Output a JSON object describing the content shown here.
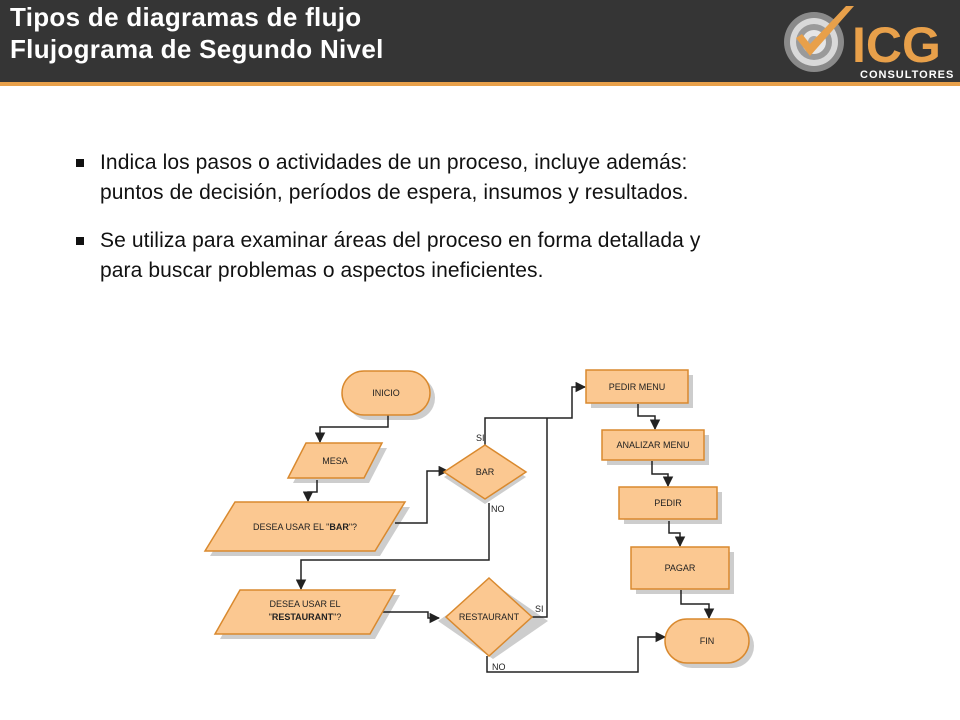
{
  "header": {
    "title_line1": "Tipos de diagramas de flujo",
    "title_line2": "Flujograma de Segundo Nivel",
    "logo": {
      "wordmark": "ICG",
      "subtitle": "CONSULTORES"
    }
  },
  "bullets": [
    {
      "line1": "Indica los pasos o actividades de un proceso, incluye además:",
      "line2": "puntos de decisión, períodos de espera, insumos y resultados."
    },
    {
      "line1": "Se utiliza para examinar áreas del proceso en forma detallada y",
      "line2": "para buscar problemas o aspectos ineficientes."
    }
  ],
  "flowchart": {
    "inicio": "INICIO",
    "mesa": "MESA",
    "desea_bar": {
      "pre": "DESEA USAR EL \"",
      "bold": "BAR",
      "post": "\"?"
    },
    "bar": "BAR",
    "desea_restaurant": {
      "line1": "DESEA USAR EL",
      "pre": "\"",
      "bold": "RESTAURANT",
      "post": "\"?"
    },
    "restaurant": "RESTAURANT",
    "pedir_menu": "PEDIR MENU",
    "analizar_menu": "ANALIZAR MENU",
    "pedir": "PEDIR",
    "pagar": "PAGAR",
    "fin": "FIN",
    "labels": {
      "bar_si": "SI",
      "bar_no": "NO",
      "restaurant_si": "SI",
      "restaurant_no": "NO"
    }
  },
  "colors": {
    "header_bg": "#353535",
    "accent": "#e8a04a",
    "shape_fill": "#fbc891",
    "shape_stroke": "#d9892e"
  }
}
